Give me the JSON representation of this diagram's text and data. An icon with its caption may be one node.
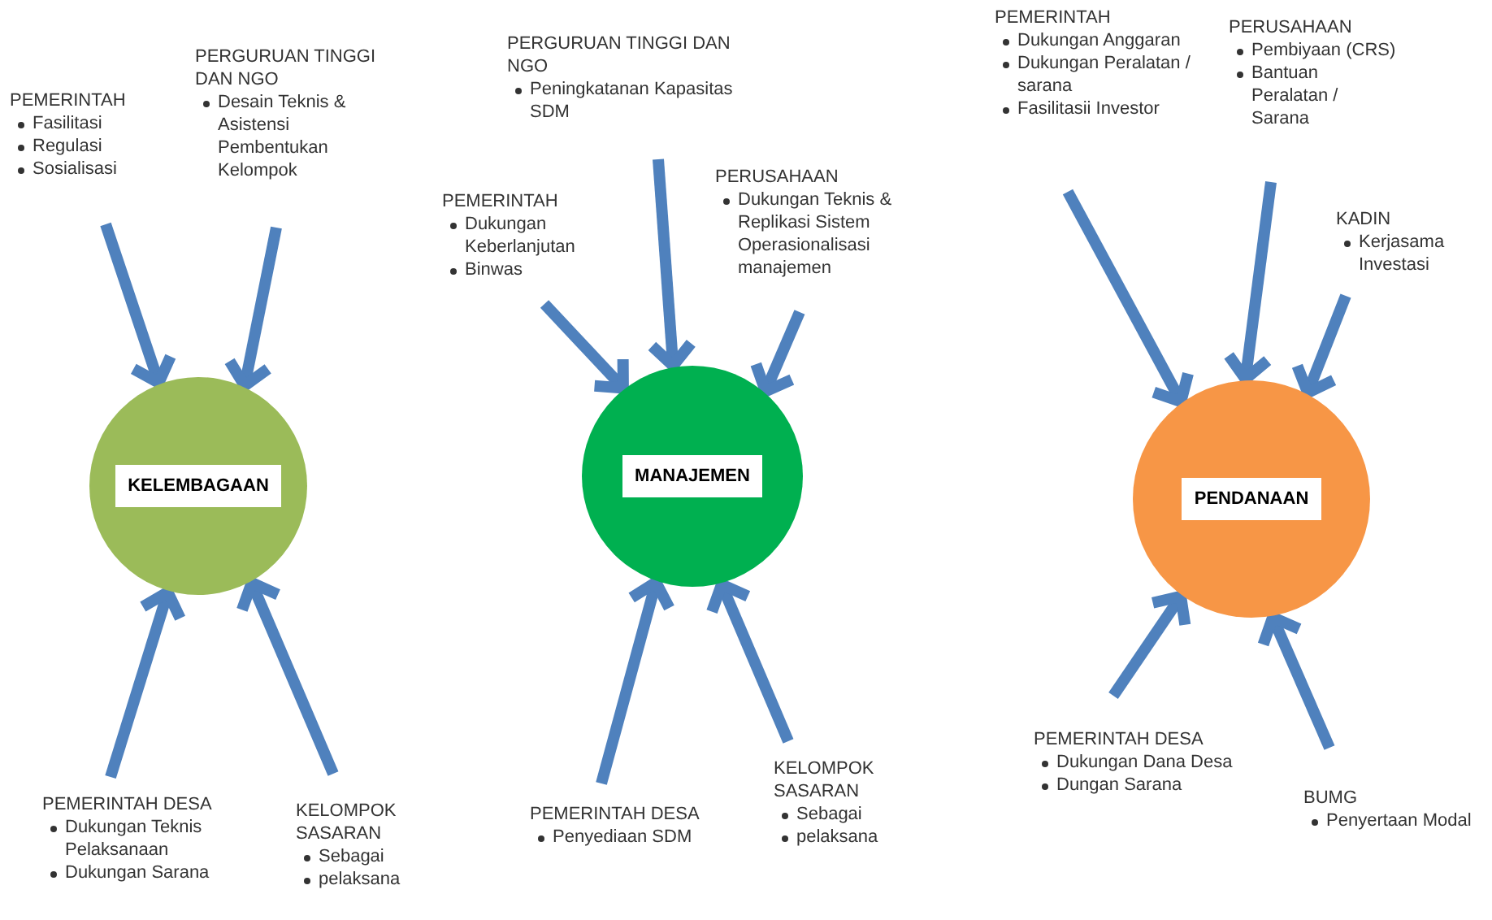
{
  "diagram": {
    "nodes": [
      {
        "text": [
          "PEMERINTAH",
          "Fasilitasi",
          "Regulasi",
          "Sosialisasi"
        ]
      },
      {
        "text": [
          "PERGURUAN TINGGI DAN NGO",
          "Desain Teknis & Asistensi Pembentukan Kelompok"
        ]
      },
      {
        "text": [
          "PERGURUAN TINGGI DAN NGO",
          "Peningkatanan Kapasitas SDM"
        ]
      },
      {
        "text": [
          "PEMERINTAH",
          "Dukungan Keberlanjutan",
          "Binwas"
        ]
      },
      {
        "text": [
          "PERUSAHAAN",
          "Dukungan Teknis & Replikasi Sistem Operasionalisasi manajemen"
        ]
      },
      {
        "text": [
          "PEMERINTAH",
          "Dukungan Anggaran",
          "Dukungan Peralatan / sarana",
          "Fasilitasii Investor"
        ]
      },
      {
        "text": [
          "PERUSAHAAN",
          "Pembiyaan (CRS)",
          "Bantuan Peralatan / Sarana"
        ]
      },
      {
        "text": [
          "KADIN",
          "Kerjasama Investasi"
        ]
      },
      {
        "text": [
          "KELEMBAGAAN"
        ]
      },
      {
        "text": [
          "MANAJEMEN"
        ]
      },
      {
        "text": [
          "PENDANAAN"
        ]
      },
      {
        "text": [
          "PEMERINTAH DESA",
          "Dukungan Teknis Pelaksanaan",
          "Dukungan Sarana"
        ]
      },
      {
        "text": [
          "KELOMPOK SASARAN",
          "Sebagai",
          "pelaksana"
        ]
      },
      {
        "text": [
          "PEMERINTAH DESA",
          "Penyediaan SDM"
        ]
      },
      {
        "text": [
          "KELOMPOK SASARAN",
          "Sebagai",
          "pelaksana"
        ]
      },
      {
        "text": [
          "PEMERINTAH DESA",
          "Dukungan Dana Desa",
          "Dungan Sarana"
        ]
      },
      {
        "text": [
          "BUMG",
          "Penyertaan Modal"
        ]
      }
    ],
    "edges": [
      {
        "from": 0,
        "to": 8,
        "arrow": "to"
      },
      {
        "from": 1,
        "to": 8,
        "arrow": "to"
      },
      {
        "from": 2,
        "to": 9,
        "arrow": "to"
      },
      {
        "from": 3,
        "to": 9,
        "arrow": "to"
      },
      {
        "from": 4,
        "to": 9,
        "arrow": "to"
      },
      {
        "from": 5,
        "to": 10,
        "arrow": "to"
      },
      {
        "from": 6,
        "to": 10,
        "arrow": "to"
      },
      {
        "from": 7,
        "to": 10,
        "arrow": "to"
      },
      {
        "from": 11,
        "to": 8,
        "arrow": "to"
      },
      {
        "from": 12,
        "to": 8,
        "arrow": "to"
      },
      {
        "from": 13,
        "to": 9,
        "arrow": "to"
      },
      {
        "from": 14,
        "to": 9,
        "arrow": "to"
      },
      {
        "from": 15,
        "to": 10,
        "arrow": "to"
      },
      {
        "from": 16,
        "to": 10,
        "arrow": "to"
      }
    ]
  }
}
